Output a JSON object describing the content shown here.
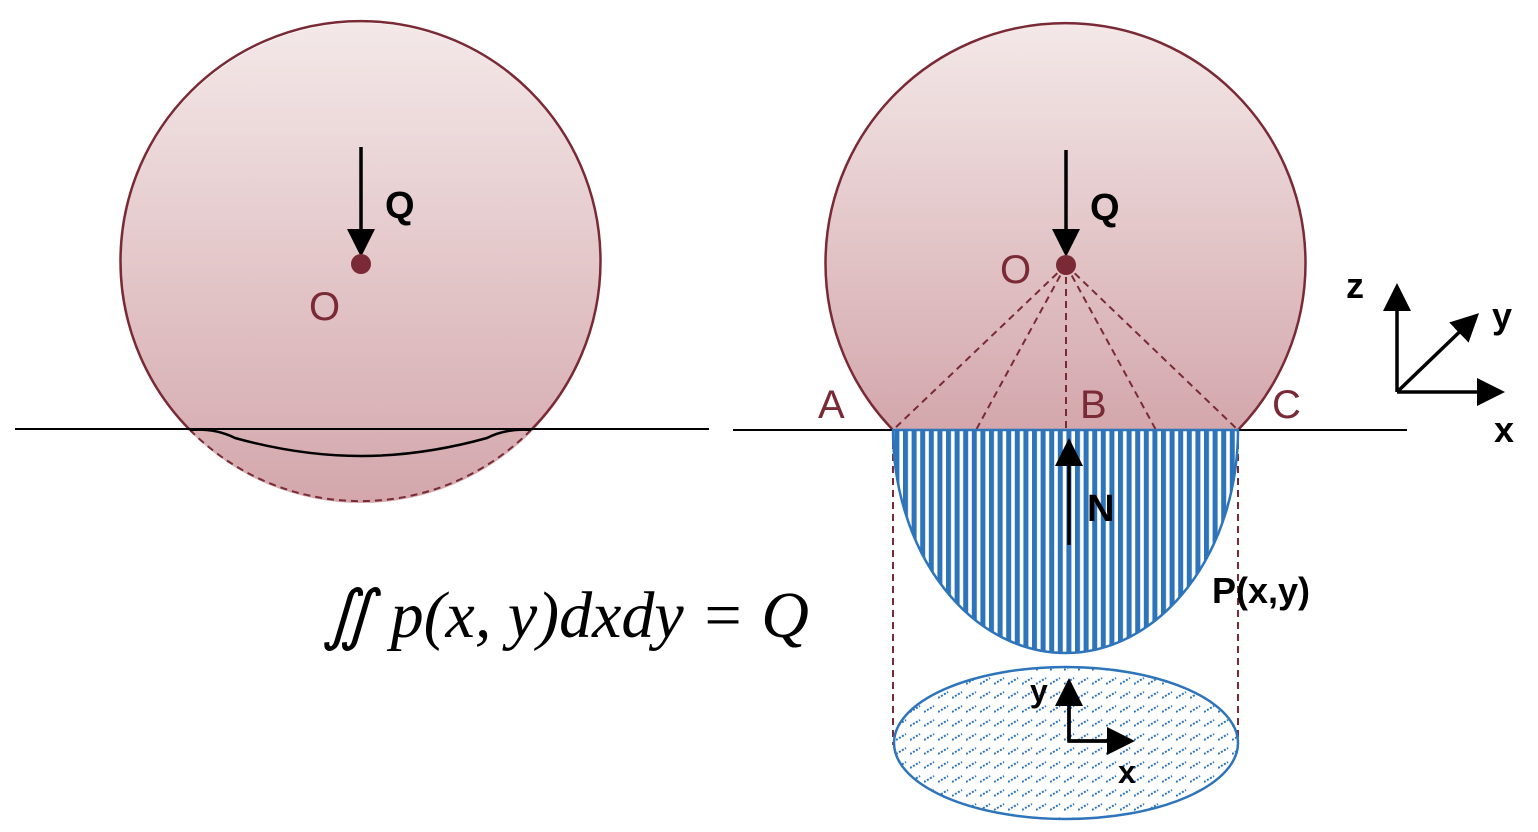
{
  "colors": {
    "outline": "#7a2a35",
    "fill_top": "#f4e8e8",
    "fill_bottom": "#d3a7ac",
    "pressure": "#2e74ba",
    "arrow": "#000000"
  },
  "left_figure": {
    "force_label": "Q",
    "center_label": "O"
  },
  "right_figure": {
    "force_label": "Q",
    "center_label": "O",
    "point_a": "A",
    "point_b": "B",
    "point_c": "C",
    "normal_label": "N",
    "pressure_label": "P(x,y)",
    "contact_axis_x": "x",
    "contact_axis_y": "y"
  },
  "axes": {
    "z": "z",
    "y": "y",
    "x": "x"
  },
  "equation": "∬ p(x, y)dxdy = Q"
}
